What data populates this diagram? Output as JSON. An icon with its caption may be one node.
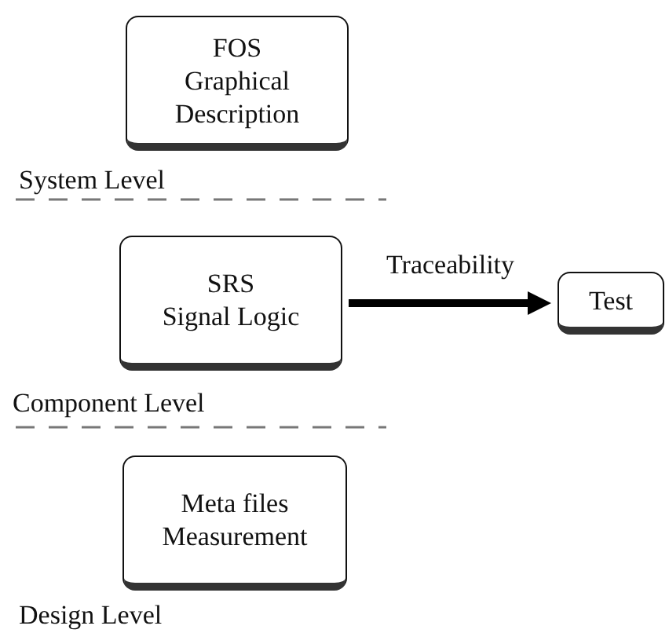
{
  "diagram": {
    "nodes": [
      {
        "text": [
          "FOS",
          "Graphical Description"
        ]
      },
      {
        "text": [
          "SRS",
          "Signal Logic"
        ]
      },
      {
        "text": [
          "Test"
        ]
      },
      {
        "text": [
          "Meta files Measurement"
        ]
      }
    ],
    "edges": [
      {
        "from": 1,
        "to": 2,
        "arrow": "to",
        "label": "Traceability"
      }
    ],
    "labels": [
      "System Level",
      "Component Level",
      "Design Level"
    ]
  }
}
